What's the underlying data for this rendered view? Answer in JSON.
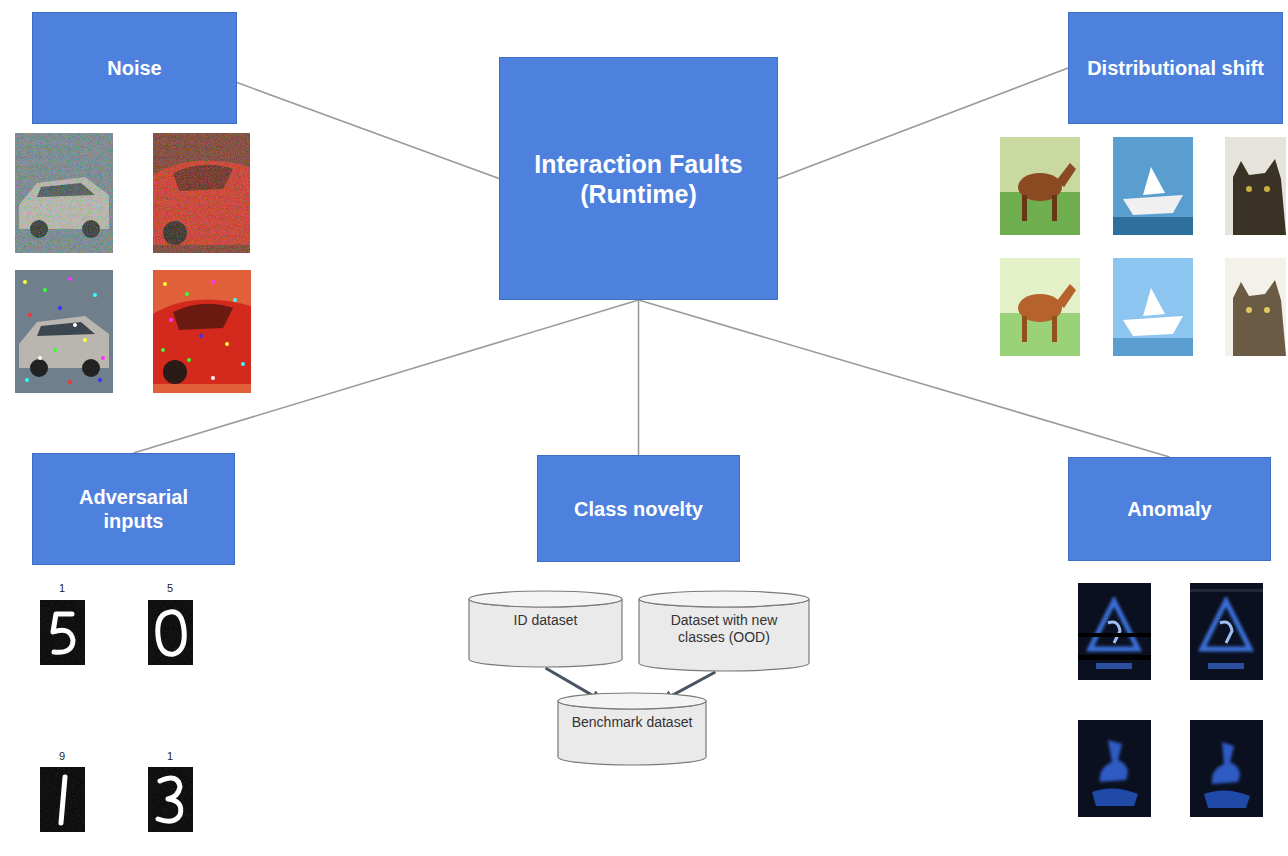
{
  "diagram": {
    "nodes": [
      {
        "text": [
          "Noise"
        ]
      },
      {
        "text": [
          "Interaction Faults (Runtime)"
        ]
      },
      {
        "text": [
          "Distributional shift"
        ]
      },
      {
        "text": [
          "Adversarial inputs"
        ]
      },
      {
        "text": [
          "Class novelty"
        ]
      },
      {
        "text": [
          "Anomaly"
        ]
      },
      {
        "text": [
          "ID dataset"
        ]
      },
      {
        "text": [
          "Dataset with new classes (OOD)"
        ]
      },
      {
        "text": [
          "Benchmark dataset"
        ]
      }
    ],
    "edges": [
      {
        "from": 1,
        "to": 0,
        "arrow": "none"
      },
      {
        "from": 1,
        "to": 2,
        "arrow": "none"
      },
      {
        "from": 1,
        "to": 3,
        "arrow": "none"
      },
      {
        "from": 1,
        "to": 4,
        "arrow": "none"
      },
      {
        "from": 1,
        "to": 5,
        "arrow": "none"
      },
      {
        "from": 6,
        "to": 8,
        "arrow": "to"
      },
      {
        "from": 7,
        "to": 8,
        "arrow": "to"
      }
    ],
    "labels": [
      "1",
      "5",
      "9",
      "1"
    ]
  }
}
